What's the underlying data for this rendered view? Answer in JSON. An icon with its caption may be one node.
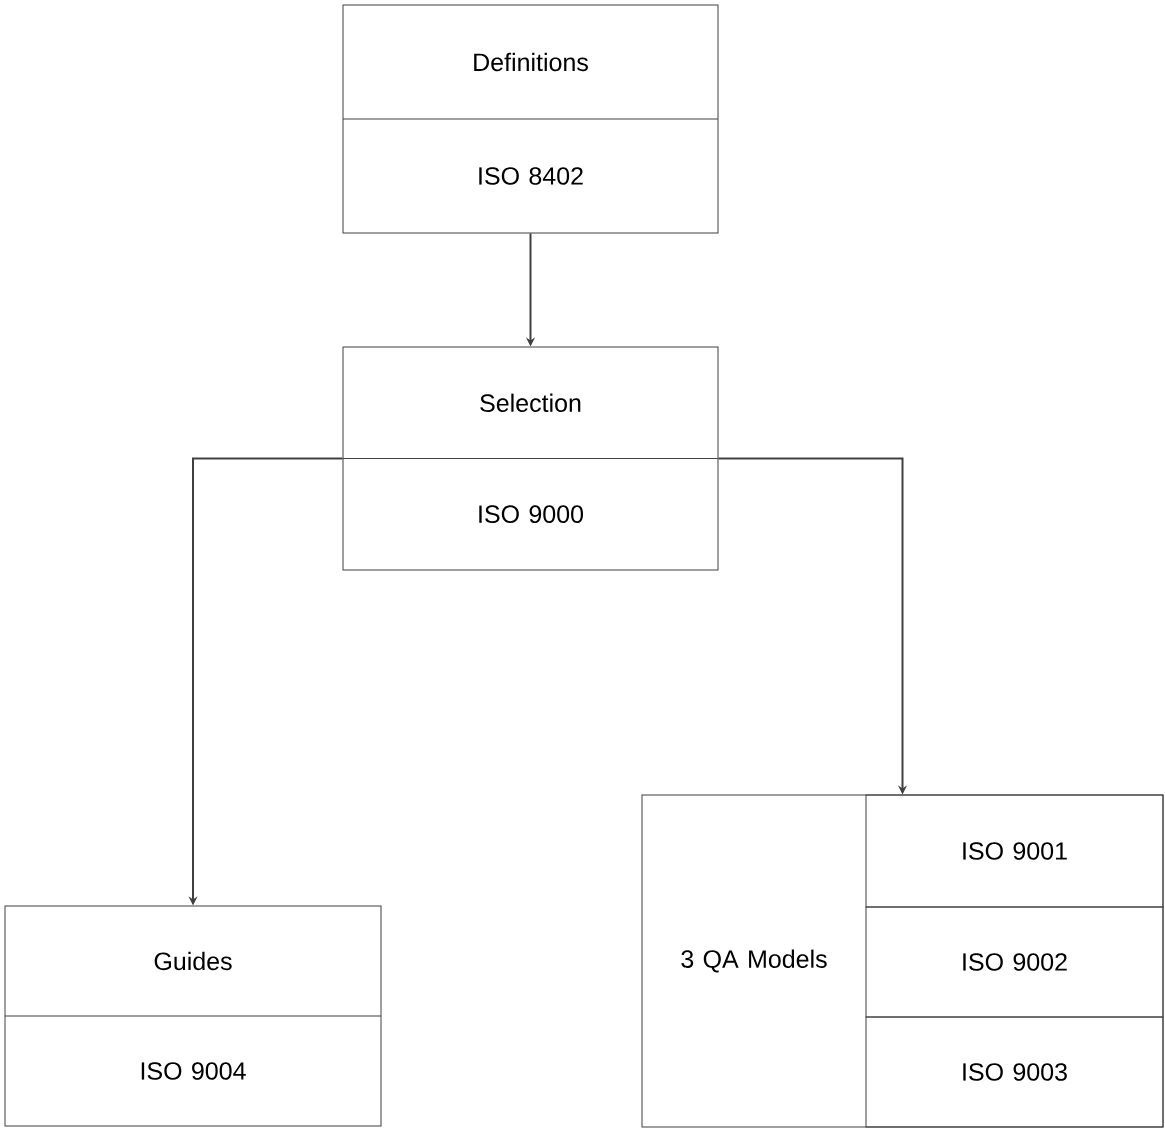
{
  "diagram": {
    "nodes": [
      {
        "text": [
          "Definitions",
          "ISO 8402"
        ]
      },
      {
        "text": [
          "Selection",
          "ISO 9000"
        ]
      },
      {
        "text": [
          "Guides",
          "ISO 9004"
        ]
      },
      {
        "text": [
          "3 QA Models"
        ]
      },
      {
        "text": [
          "ISO 9001"
        ],
        "in": 3
      },
      {
        "text": [
          "ISO 9002"
        ],
        "in": 3
      },
      {
        "text": [
          "ISO 9003"
        ],
        "in": 3
      }
    ],
    "edges": [
      {
        "from": 0,
        "to": 1,
        "arrow": "to"
      },
      {
        "from": 1,
        "to": 2,
        "arrow": "to"
      },
      {
        "from": 1,
        "to": 3,
        "arrow": "to"
      }
    ]
  }
}
